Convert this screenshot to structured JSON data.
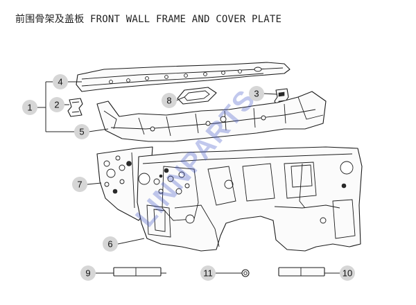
{
  "title": "前围骨架及盖板 FRONT WALL FRAME AND COVER PLATE",
  "callouts": {
    "c1": "1",
    "c2": "2",
    "c3": "3",
    "c4": "4",
    "c5": "5",
    "c6": "6",
    "c7": "7",
    "c8": "8",
    "c9": "9",
    "c10": "10",
    "c11": "11"
  },
  "watermark": "LINNPARTS",
  "colors": {
    "callout_fill": "#d6d6d6",
    "watermark": "#3f55c8",
    "line": "#1b1b1b"
  }
}
